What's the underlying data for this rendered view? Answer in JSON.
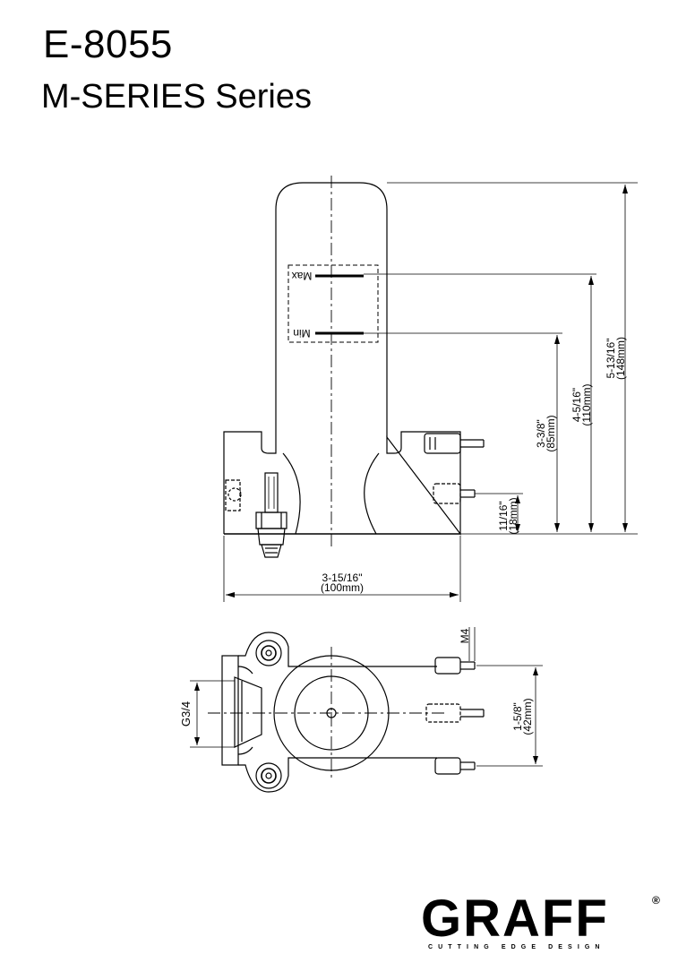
{
  "header": {
    "model": "E-8055",
    "series": "M-SERIES Series"
  },
  "side_view": {
    "label_max": "Max",
    "label_min": "Min",
    "dims": [
      {
        "imperial": "5-13/16\"",
        "metric": "(148mm)"
      },
      {
        "imperial": "4-5/16\"",
        "metric": "(110mm)"
      },
      {
        "imperial": "3-3/8\"",
        "metric": "(85mm)"
      },
      {
        "imperial": "11/16\"",
        "metric": "(18mm)"
      },
      {
        "imperial": "3-15/16\"",
        "metric": "(100mm)"
      }
    ]
  },
  "top_view": {
    "thread_label": "G3/4",
    "screw_label": "M4",
    "dim": {
      "imperial": "1-5/8\"",
      "metric": "(42mm)"
    }
  },
  "logo": {
    "brand": "GRAFF",
    "registered": "®",
    "tagline": "CUTTING EDGE DESIGN"
  }
}
